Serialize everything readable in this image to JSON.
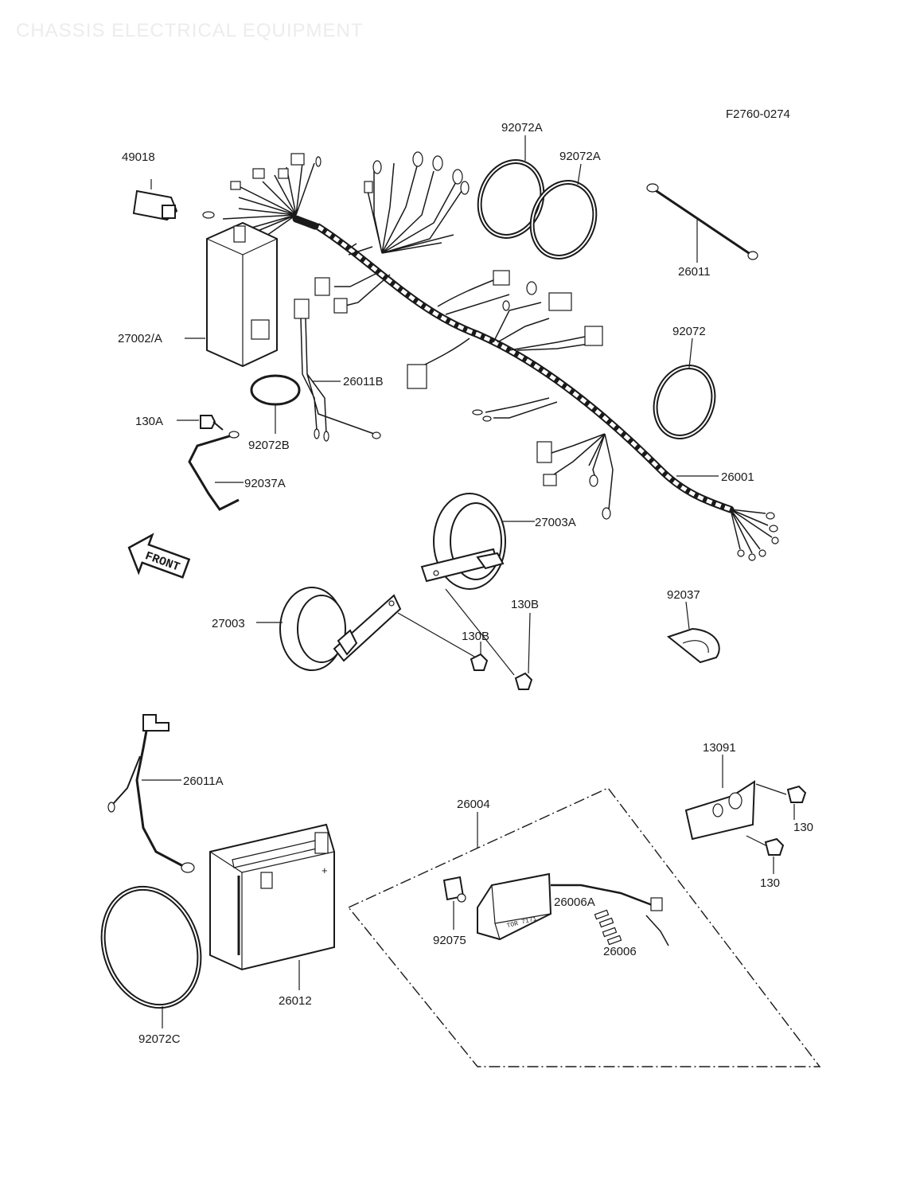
{
  "header": {
    "faint_title": "CHASSIS ELECTRICAL EQUIPMENT",
    "figure_code": "F2760-0274"
  },
  "front_arrow": "FRONT",
  "parts": {
    "p49018": "49018",
    "p92072A_1": "92072A",
    "p92072A_2": "92072A",
    "p26011": "26011",
    "p27002A": "27002/A",
    "p26011B": "26011B",
    "p92072": "92072",
    "p130A": "130A",
    "p92072B": "92072B",
    "p92037A": "92037A",
    "p26001": "26001",
    "p27003A": "27003A",
    "p27003": "27003",
    "p130B_1": "130B",
    "p130B_2": "130B",
    "p92037": "92037",
    "p26011A": "26011A",
    "p13091": "13091",
    "p26004": "26004",
    "p130_1": "130",
    "p130_2": "130",
    "p26006A": "26006A",
    "p92075": "92075",
    "p26006": "26006",
    "p26012": "26012",
    "p92072C": "92072C",
    "battery_plus": "+",
    "regulator_marking": "TOR 7171"
  }
}
